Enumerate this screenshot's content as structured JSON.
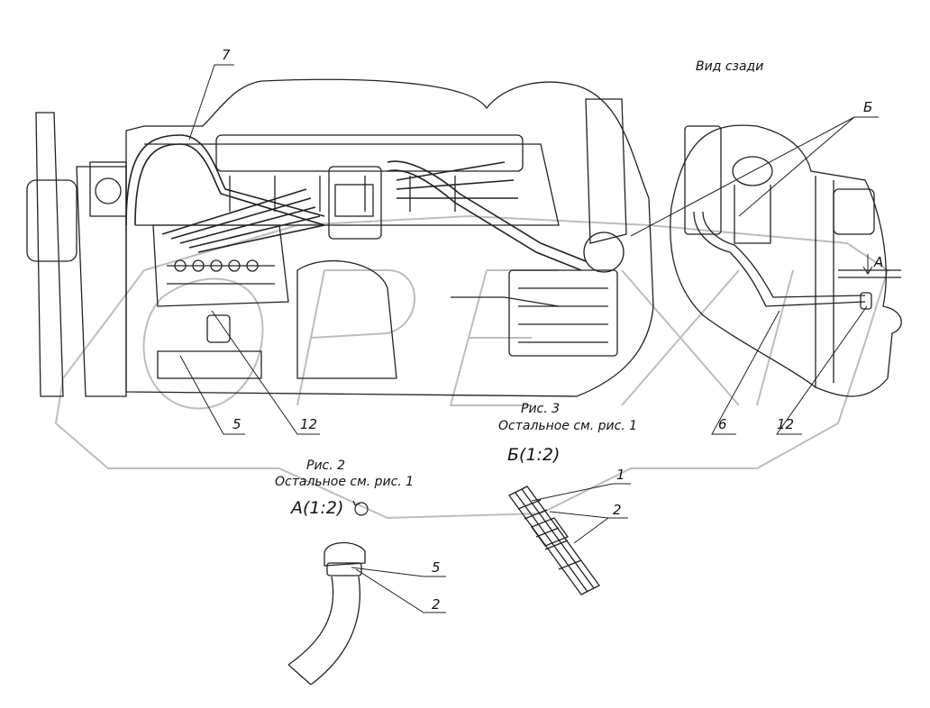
{
  "view_title": "Вид сзади",
  "callouts": {
    "c7": "7",
    "cB": "Б",
    "c5a": "5",
    "c12a": "12",
    "c6": "6",
    "c12b": "12",
    "c1": "1",
    "c2a": "2",
    "c5b": "5",
    "c2b": "2",
    "cA": "А"
  },
  "fig3": {
    "title": "Рис. 3",
    "note": "Остальное см. рис. 1",
    "view": "Б(1:2)"
  },
  "fig2": {
    "title": "Рис. 2",
    "note": "Остальное см. рис. 1",
    "view": "А(1:2)"
  },
  "watermark": "ОРЕХ"
}
